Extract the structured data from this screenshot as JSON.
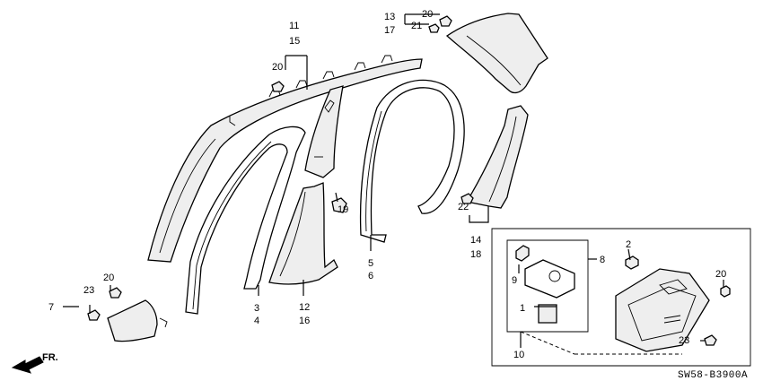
{
  "diagram_code": "SW58-B3900A",
  "direction_label": "FR.",
  "callouts": {
    "p1": "1",
    "p2": "2",
    "p3": "3",
    "p4": "4",
    "p5": "5",
    "p6": "6",
    "p7": "7",
    "p8": "8",
    "p9": "9",
    "p10": "10",
    "p11": "11",
    "p12": "12",
    "p13": "13",
    "p14": "14",
    "p15": "15",
    "p16": "16",
    "p17": "17",
    "p18": "18",
    "p19": "19",
    "p20": "20",
    "p21": "21",
    "p22": "22",
    "p23": "23"
  }
}
